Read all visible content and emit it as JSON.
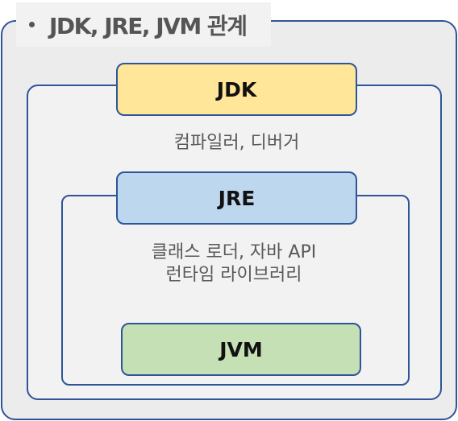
{
  "title": "JDK, JRE, JVM 관계",
  "jdk": {
    "label": "JDK",
    "description": "컴파일러, 디버거"
  },
  "jre": {
    "label": "JRE",
    "description_lines": [
      "클래스 로더, 자바 API",
      "런타임 라이브러리"
    ]
  },
  "jvm": {
    "label": "JVM"
  },
  "colors": {
    "border": "#2f5597",
    "jdk_fill": "#ffe699",
    "jre_fill": "#bdd7ee",
    "jvm_fill": "#c5e0b4",
    "outer_fill": "#ececec",
    "inner_fill": "#f2f2f2"
  }
}
